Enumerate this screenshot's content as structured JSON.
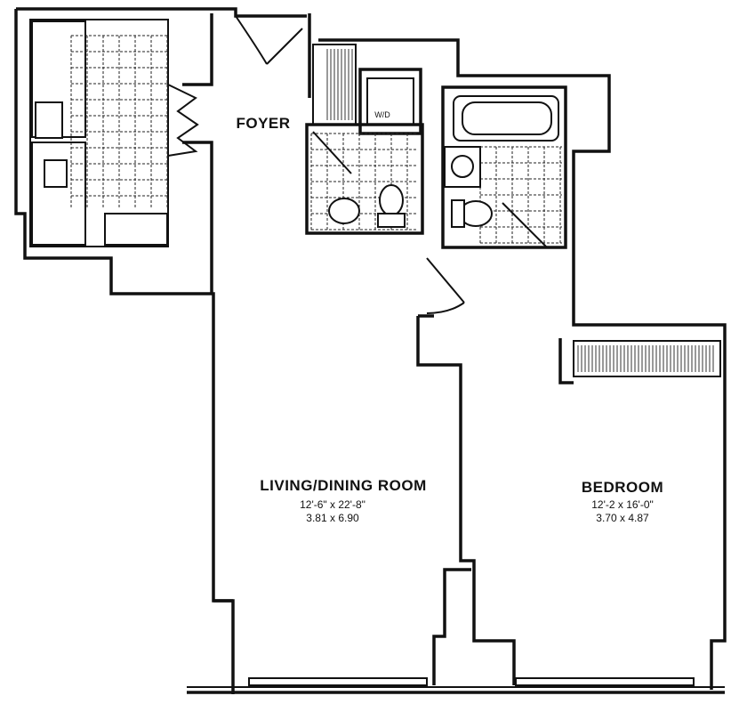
{
  "rooms": {
    "foyer": {
      "name": "FOYER"
    },
    "living": {
      "name": "LIVING/DINING ROOM",
      "dim_imperial": "12'-6\" x 22'-8\"",
      "dim_metric": "3.81 x 6.90"
    },
    "bedroom": {
      "name": "BEDROOM",
      "dim_imperial": "12'-2 x 16'-0\"",
      "dim_metric": "3.70 x 4.87"
    }
  },
  "appliances": {
    "washer_dryer": "W/D"
  },
  "icons": [
    "kitchen-grid",
    "bathtub-icon",
    "toilet-icon",
    "sink-icon",
    "closet-shelf-icon",
    "door-swing-icon",
    "window-icon"
  ]
}
